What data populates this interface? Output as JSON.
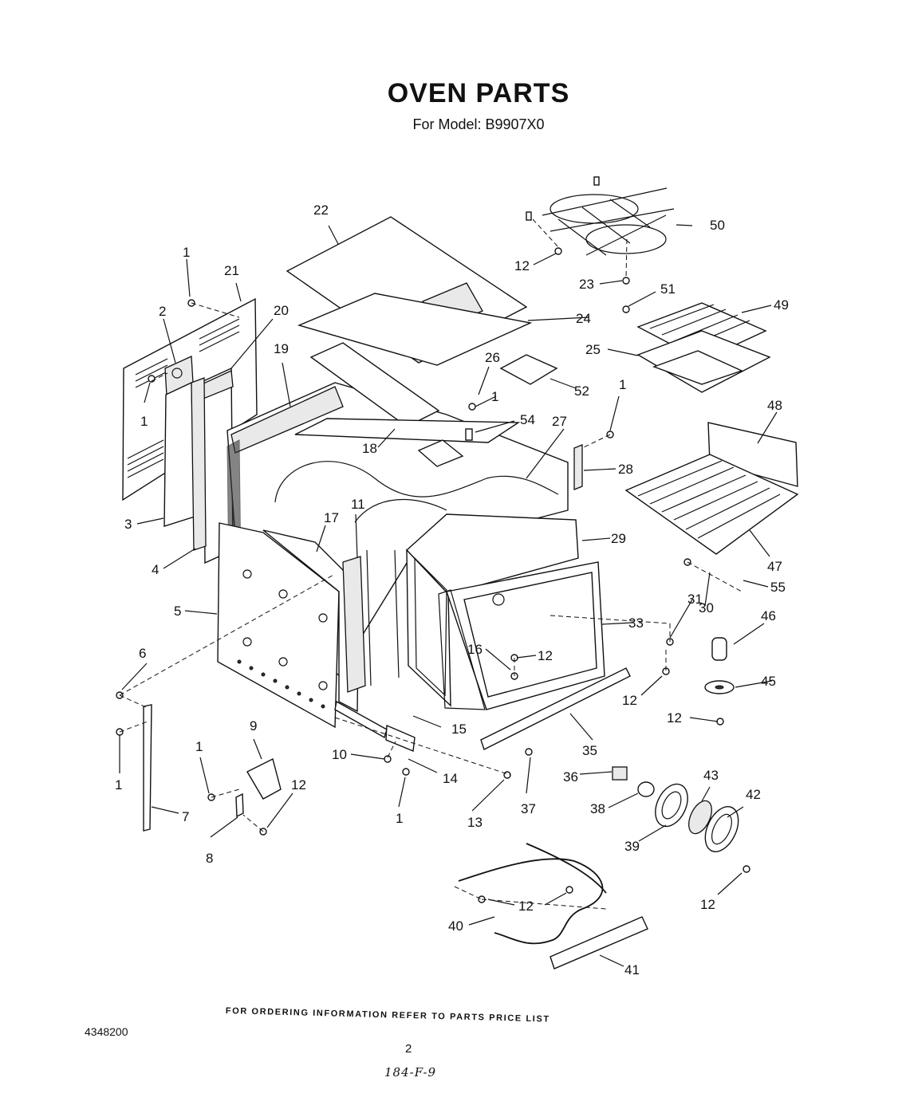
{
  "header": {
    "title": "OVEN PARTS",
    "subtitle": "For Model: B9907X0"
  },
  "callouts": [
    "1",
    "2",
    "3",
    "4",
    "5",
    "6",
    "7",
    "8",
    "9",
    "10",
    "11",
    "12",
    "13",
    "14",
    "15",
    "16",
    "17",
    "18",
    "19",
    "20",
    "21",
    "22",
    "23",
    "24",
    "25",
    "26",
    "27",
    "28",
    "29",
    "30",
    "31",
    "33",
    "35",
    "36",
    "37",
    "38",
    "39",
    "40",
    "41",
    "42",
    "43",
    "45",
    "46",
    "47",
    "48",
    "49",
    "50",
    "51",
    "52",
    "54",
    "55"
  ],
  "footer": {
    "ordering_note": "FOR ORDERING INFORMATION REFER TO PARTS PRICE LIST",
    "document_number": "4348200",
    "page_number": "2",
    "handwritten_note": "184-F-9"
  }
}
